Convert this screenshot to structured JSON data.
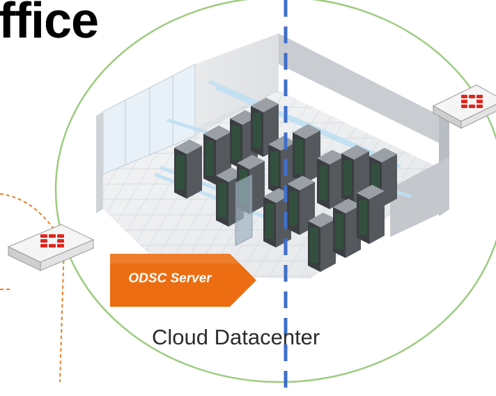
{
  "title": "ffice",
  "server_tag": {
    "label": "ODSC Server"
  },
  "datacenter": {
    "label": "Cloud Datacenter"
  },
  "colors": {
    "circle": "#9ccb7e",
    "split_line": "#3f6fcc",
    "link_line": "#e67e22",
    "tag_fill": "#ec6d12",
    "cold_aisle": "#bfe0f3",
    "fortinet_red": "#e0261d"
  },
  "icons": [
    "firewall-appliance-icon",
    "server-rack-icon",
    "datacenter-room-icon"
  ]
}
